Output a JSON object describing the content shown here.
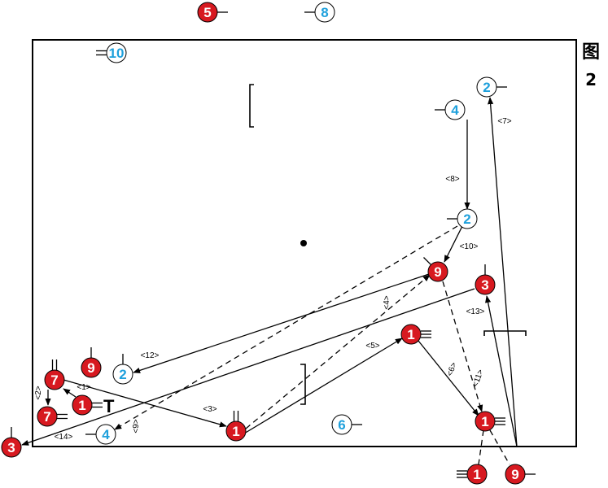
{
  "figure": {
    "caption_char": "图",
    "caption_number": "2"
  },
  "colors": {
    "red": "#d71920",
    "blue": "#1ea0dc",
    "line": "#000000"
  },
  "players": [
    {
      "id": "p5",
      "number": "5",
      "team": "red"
    },
    {
      "id": "p8",
      "number": "8",
      "team": "blue"
    },
    {
      "id": "p10",
      "number": "10",
      "team": "blue"
    },
    {
      "id": "p2_top",
      "number": "2",
      "team": "blue"
    },
    {
      "id": "p4_top",
      "number": "4",
      "team": "blue"
    },
    {
      "id": "p2_mid",
      "number": "2",
      "team": "blue"
    },
    {
      "id": "p9_mid",
      "number": "9",
      "team": "red"
    },
    {
      "id": "p3_right",
      "number": "3",
      "team": "red"
    },
    {
      "id": "p1_mid",
      "number": "1",
      "team": "red"
    },
    {
      "id": "p9_left",
      "number": "9",
      "team": "red"
    },
    {
      "id": "p2_left",
      "number": "2",
      "team": "blue"
    },
    {
      "id": "p7_a",
      "number": "7",
      "team": "red"
    },
    {
      "id": "p1_left",
      "number": "1",
      "team": "red"
    },
    {
      "id": "p7_b",
      "number": "7",
      "team": "red"
    },
    {
      "id": "p1_bottom",
      "number": "1",
      "team": "red"
    },
    {
      "id": "p6",
      "number": "6",
      "team": "blue"
    },
    {
      "id": "p1_right",
      "number": "1",
      "team": "red"
    },
    {
      "id": "p3_left",
      "number": "3",
      "team": "red"
    },
    {
      "id": "p4_bottom",
      "number": "4",
      "team": "blue"
    },
    {
      "id": "p1_below",
      "number": "1",
      "team": "red"
    },
    {
      "id": "p9_below",
      "number": "9",
      "team": "red"
    }
  ],
  "steps": [
    {
      "id": "s1",
      "label": "<1>"
    },
    {
      "id": "s2",
      "label": "<2>"
    },
    {
      "id": "s3",
      "label": "<3>"
    },
    {
      "id": "s4",
      "label": "<4>"
    },
    {
      "id": "s5",
      "label": "<5>"
    },
    {
      "id": "s6",
      "label": "<6>"
    },
    {
      "id": "s7",
      "label": "<7>"
    },
    {
      "id": "s8",
      "label": "<8>"
    },
    {
      "id": "s9",
      "label": "<9>"
    },
    {
      "id": "s10",
      "label": "<10>"
    },
    {
      "id": "s11",
      "label": "<11>"
    },
    {
      "id": "s12",
      "label": "<12>"
    },
    {
      "id": "s13",
      "label": "<13>"
    },
    {
      "id": "s14",
      "label": "<14>"
    }
  ],
  "marker_text": "T"
}
